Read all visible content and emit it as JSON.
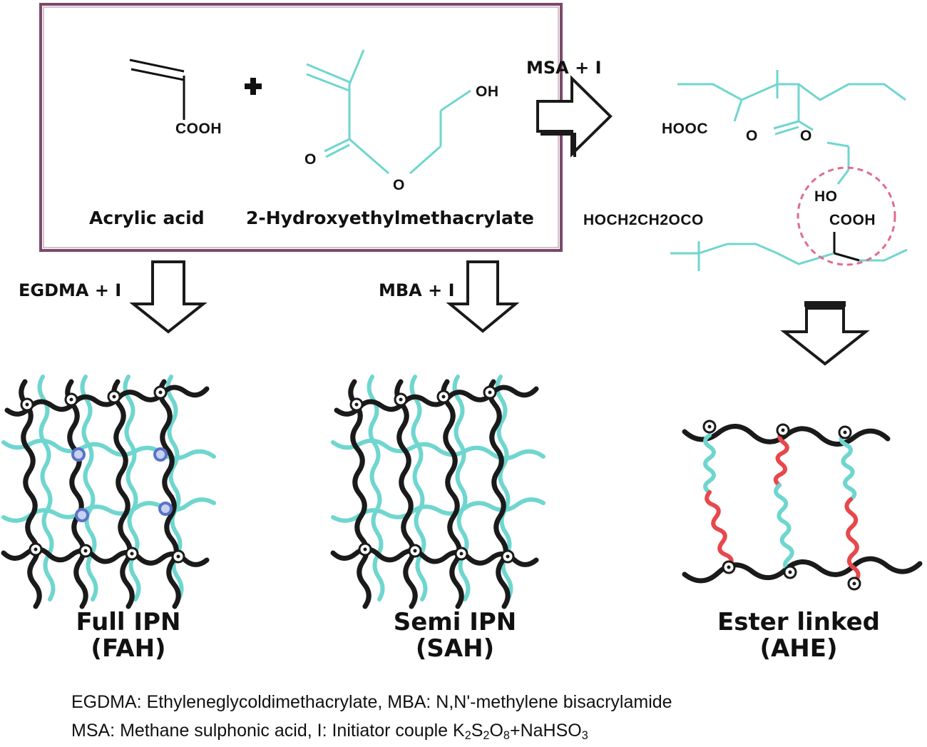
{
  "monomers": {
    "acrylic_acid": {
      "group": "COOH",
      "name": "Acrylic acid"
    },
    "plus": "+",
    "hema": {
      "oh": "OH",
      "carbonyl_o": "O",
      "ester_o": "O",
      "name": "2-Hydroxyethylmethacrylate"
    }
  },
  "arrows": {
    "msa": "MSA + I",
    "egdma": "EGDMA + I",
    "mba": "MBA + I"
  },
  "copolymer": {
    "hooc": "HOOC",
    "carbonyl_o": "O",
    "ester_o": "O",
    "ho": "HO",
    "cooh": "COOH",
    "side_ester": "HOCH2CH2OCO"
  },
  "networks": [
    {
      "name": "Full IPN",
      "code": "(FAH)"
    },
    {
      "name": "Semi IPN",
      "code": "(SAH)"
    },
    {
      "name": "Ester linked",
      "code": "(AHE)"
    }
  ],
  "legend": {
    "line1": "EGDMA: Ethyleneglycoldimethacrylate, MBA: N,N'-methylene bisacrylamide",
    "line2_pre": "MSA: Methane sulphonic acid, I: Initiator couple K",
    "line2_s1": "2",
    "line2_mid1": "S",
    "line2_s2": "2",
    "line2_mid2": "O",
    "line2_s3": "8",
    "line2_mid3": "+NaHSO",
    "line2_s4": "3"
  },
  "colors": {
    "black_chain": "#1a1a1a",
    "cyan_chain": "#6fd6cf",
    "crosslink_blue": "#5a73c8",
    "ester_red": "#e8474c",
    "frame": "#7a4a6a",
    "dashed_circle": "#e06b8b"
  }
}
